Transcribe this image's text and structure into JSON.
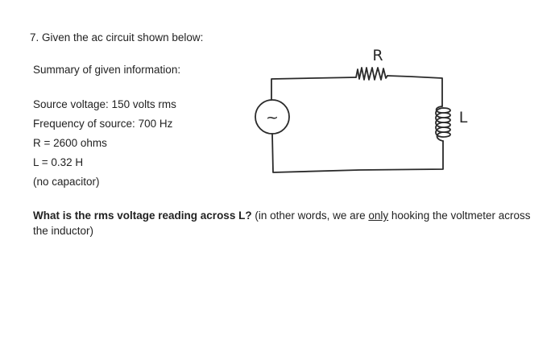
{
  "question": {
    "title": "7. Given the ac circuit shown below:",
    "summary_heading": "Summary of given information:",
    "source_voltage": "Source voltage: 150 volts rms",
    "frequency": "Frequency of source: 700 Hz",
    "resistance": "R = 2600 ohms",
    "inductance": "L = 0.32 H",
    "no_capacitor": "(no capacitor)",
    "prompt_bold": "What is the rms voltage reading across L?",
    "prompt_part1": " (in other words, we are ",
    "prompt_underlined": "only",
    "prompt_part2": " hooking the voltmeter across the inductor)"
  },
  "circuit": {
    "resistor_label": "R",
    "inductor_label": "L",
    "source_symbol": "~"
  }
}
